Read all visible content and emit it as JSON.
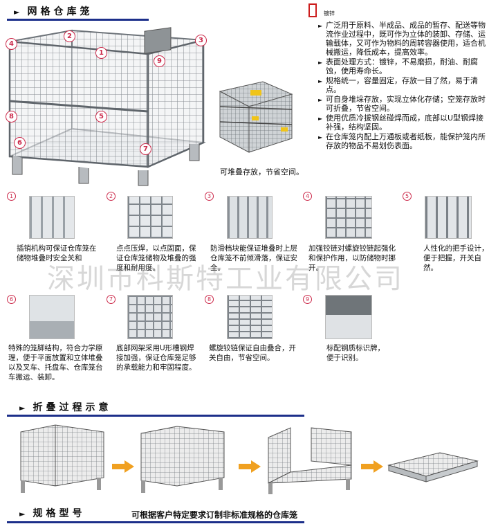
{
  "sections": {
    "wire_cage_title": "网格仓库笼",
    "folding_title": "折叠过程示意",
    "spec_title": "规格型号",
    "spec_note": "可根据客户特定要求订制非标准规格的仓库笼"
  },
  "legend": {
    "swatch_color": "#cc1d1d",
    "label": "镀锌"
  },
  "features": [
    "广泛用于原料、半成品、成品的暂存、配送等物流作业过程中，既可作为立体的装卸、存储、运输载体，又可作为物料的周转容器使用，适合机械搬运，降低成本，提高效率。",
    "表面处理方式：镀锌，不易磨损，耐油、耐腐蚀，使用寿命长。",
    "规格统一，容量固定，存放一目了然，易于清点。",
    "可自身堆垛存放，实现立体化存储；空笼存放时可折叠，节省空间。",
    "使用优质冷拔钢丝碰焊而成，底部以U型钢焊接补强，结构坚固。",
    "在仓库笼内配上万通板或者纸板，能保护笼内所存放的物品不易划伤表面。"
  ],
  "stack_caption": "可堆叠存放，节省空间。",
  "callouts": [
    "1",
    "2",
    "3",
    "4",
    "5",
    "6",
    "7",
    "8",
    "9"
  ],
  "details": [
    {
      "num": "1",
      "text": "插销机构可保证仓库笼在储物堆叠时安全关和"
    },
    {
      "num": "2",
      "text": "点点压焊，以点固面，保证仓库笼储物及堆叠的强度和耐用度。"
    },
    {
      "num": "3",
      "text": "防滑档块能保证堆叠时上层仓库笼不前倾滑落，保证安全。"
    },
    {
      "num": "4",
      "text": "加强铰链对螺旋铰链起强化和保护作用，以防储物时挪开。"
    },
    {
      "num": "5",
      "text": "人性化的把手设计，便于把握，开关自然。"
    },
    {
      "num": "6",
      "text": "特殊的笼脚结构，符合力学原理，便于平面放置和立体堆叠以及叉车、托盘车、仓库笼台车搬运、装卸。"
    },
    {
      "num": "7",
      "text": "底部网架采用U形槽钢焊接加强，保证仓库笼足够的承载能力和牢固程度。"
    },
    {
      "num": "8",
      "text": "螺旋铰链保证自由叠合，开关自由，节省空间。"
    },
    {
      "num": "9",
      "text": "标配钢质标识牌，便于识别。"
    }
  ],
  "watermark": "深圳市科斯特工业有限公司",
  "colors": {
    "accent_blue": "#1c2f8a",
    "accent_red": "#cc1d1d",
    "arrow_orange": "#f0a020",
    "callout_pink": "#cc2a4b"
  }
}
